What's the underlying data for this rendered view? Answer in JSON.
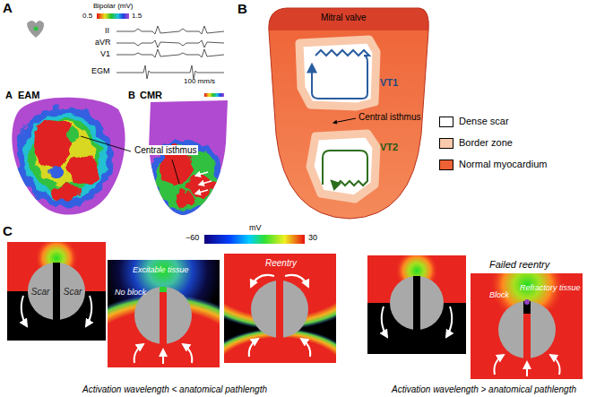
{
  "diagram": {
    "nodes": [
      {
        "text": [
          "Scar"
        ]
      },
      {
        "text": [
          "Scar"
        ]
      }
    ],
    "labels": [
      "A",
      "A",
      "EAM",
      "Bipolar (mV)",
      "0.5",
      "1.5",
      "II",
      "aVR",
      "V1",
      "EGM",
      "100 mm/s",
      "B",
      "CMR",
      "Central isthmus",
      "B",
      "Mitral valve",
      "Central isthmus",
      "VT1",
      "VT2",
      "C",
      "−60",
      "mV",
      "30",
      "Excitable tissue",
      "No block",
      "Reentry",
      "Failed reentry",
      "Refractory tissue",
      "Block",
      "Activation wavelength < anatomical pathlength",
      "Activation wavelength > anatomical pathlength"
    ],
    "legend": [
      {
        "text": "Dense scar",
        "color": "#ffffff"
      },
      {
        "text": "Border zone",
        "color": "#f9c9ab"
      },
      {
        "text": "Normal myocardium",
        "color": "#ee6236"
      }
    ]
  }
}
